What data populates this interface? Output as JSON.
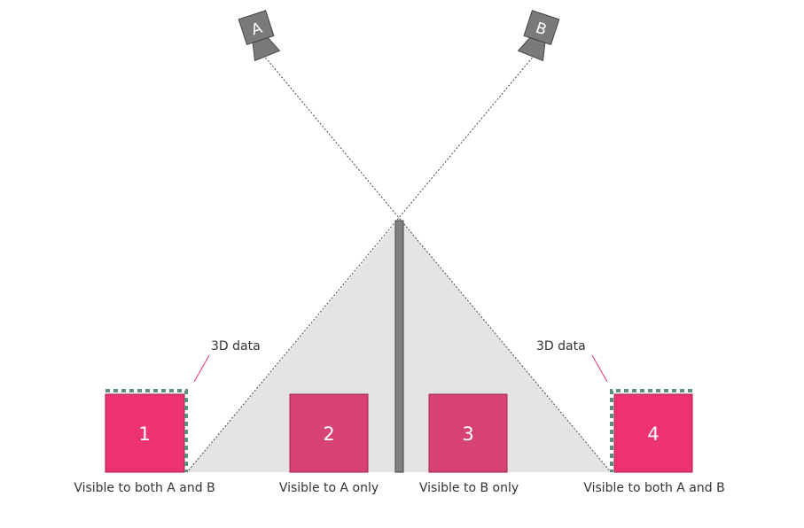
{
  "cameras": [
    {
      "label": "A"
    },
    {
      "label": "B"
    }
  ],
  "callouts": [
    {
      "text": "3D data"
    },
    {
      "text": "3D data"
    }
  ],
  "boxes": [
    {
      "number": "1",
      "caption": "Visible to both A and B",
      "color": "#EC3270"
    },
    {
      "number": "2",
      "caption": "Visible to A only",
      "color": "#D64273"
    },
    {
      "number": "3",
      "caption": "Visible to B only",
      "color": "#D64273"
    },
    {
      "number": "4",
      "caption": "Visible to both A and B",
      "color": "#EC3270"
    }
  ],
  "colors": {
    "shadow": "#E4E4E4",
    "wall": "#808080",
    "dashed_border": "#5E8E80",
    "callout_line": "#EC3270"
  }
}
